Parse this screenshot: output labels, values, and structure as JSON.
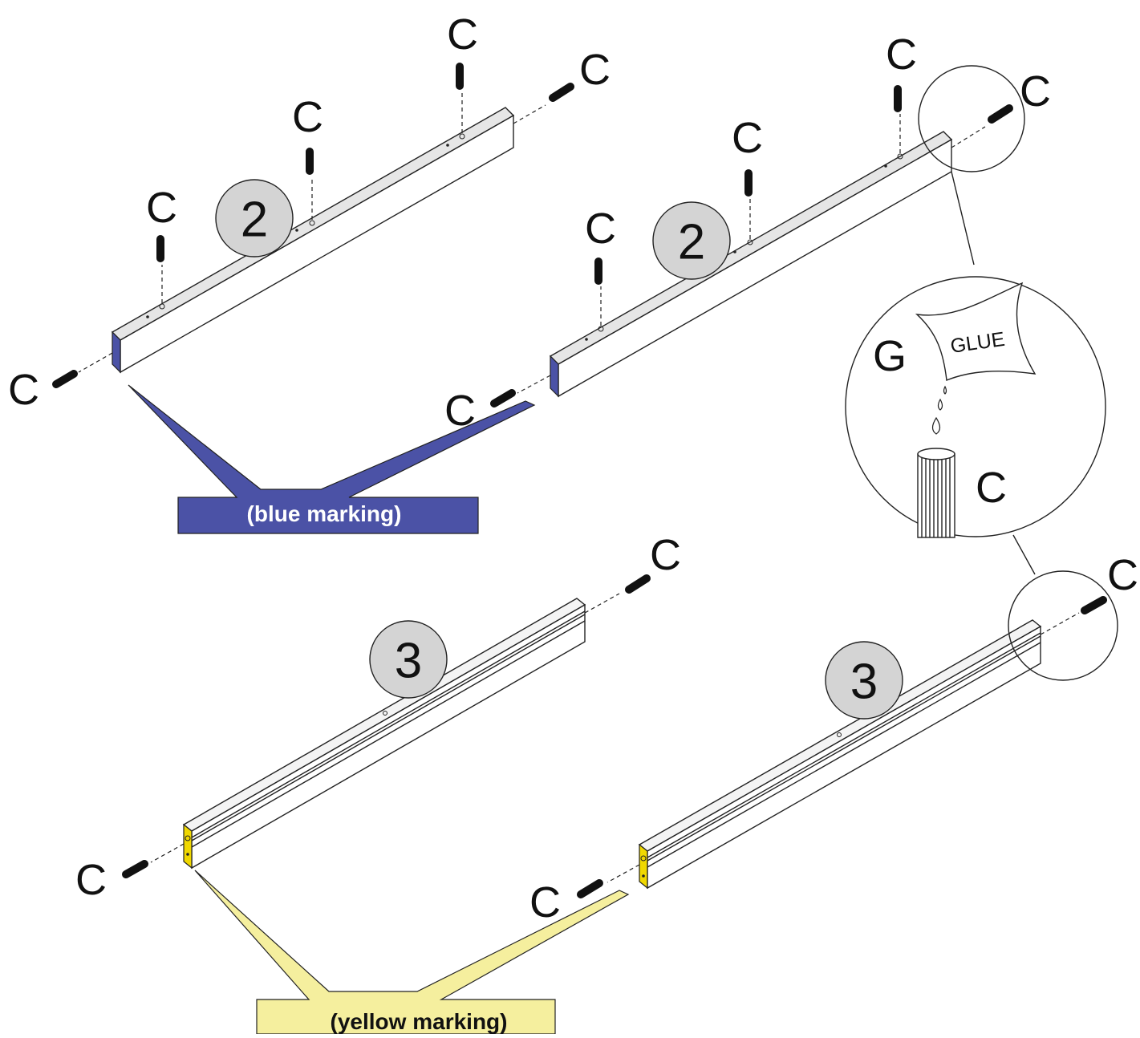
{
  "labels": {
    "dowel": "C",
    "glue_letter": "G",
    "glue_bag": "GLUE",
    "part_2": "2",
    "part_3": "3",
    "blue_callout": "(blue marking)",
    "yellow_callout": "(yellow marking)"
  },
  "colors": {
    "blue_marking": "#4b52a6",
    "yellow_marking": "#f5ef9e",
    "part_badge": "#d4d4d4"
  },
  "icons": [
    "dowel-icon",
    "glue-bag-icon",
    "glue-drop-icon",
    "magnifier-icon"
  ]
}
